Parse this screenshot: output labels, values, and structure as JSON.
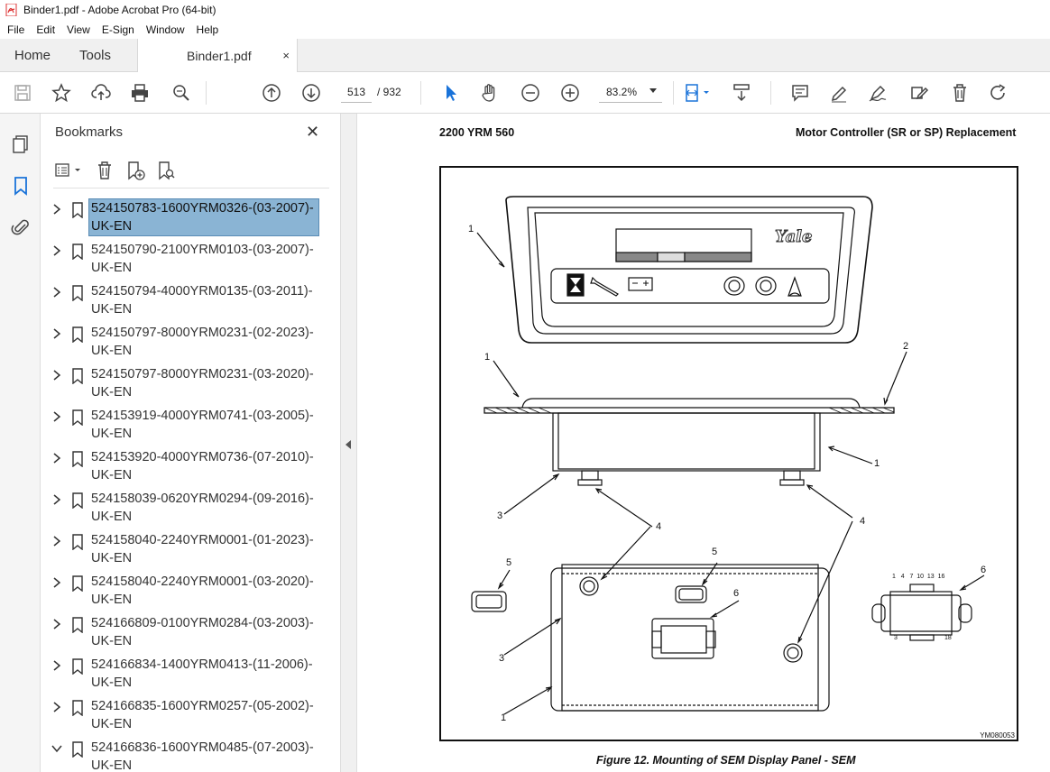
{
  "window": {
    "title": "Binder1.pdf - Adobe Acrobat Pro (64-bit)"
  },
  "menu": [
    "File",
    "Edit",
    "View",
    "E-Sign",
    "Window",
    "Help"
  ],
  "tabs": {
    "home": "Home",
    "tools": "Tools",
    "doc": "Binder1.pdf",
    "close": "×"
  },
  "toolbar": {
    "page_current": "513",
    "page_total": "/  932",
    "zoom": "83.2%"
  },
  "bookmarks": {
    "title": "Bookmarks",
    "close": "✕",
    "items": [
      {
        "label": "524150783-1600YRM0326-(03-2007)-UK-EN",
        "selected": true,
        "expanded": false
      },
      {
        "label": "524150790-2100YRM0103-(03-2007)-UK-EN",
        "expanded": false
      },
      {
        "label": "524150794-4000YRM0135-(03-2011)-UK-EN",
        "expanded": false
      },
      {
        "label": "524150797-8000YRM0231-(02-2023)-UK-EN",
        "expanded": false
      },
      {
        "label": "524150797-8000YRM0231-(03-2020)-UK-EN",
        "expanded": false
      },
      {
        "label": "524153919-4000YRM0741-(03-2005)-UK-EN",
        "expanded": false
      },
      {
        "label": "524153920-4000YRM0736-(07-2010)-UK-EN",
        "expanded": false
      },
      {
        "label": "524158039-0620YRM0294-(09-2016)-UK-EN",
        "expanded": false
      },
      {
        "label": "524158040-2240YRM0001-(01-2023)-UK-EN",
        "expanded": false
      },
      {
        "label": "524158040-2240YRM0001-(03-2020)-UK-EN",
        "expanded": false
      },
      {
        "label": "524166809-0100YRM0284-(03-2003)-UK-EN",
        "expanded": false
      },
      {
        "label": "524166834-1400YRM0413-(11-2006)-UK-EN",
        "expanded": false
      },
      {
        "label": "524166835-1600YRM0257-(05-2002)-UK-EN",
        "expanded": false
      },
      {
        "label": "524166836-1600YRM0485-(07-2003)-UK-EN",
        "expanded": true
      }
    ]
  },
  "document": {
    "header_left": "2200 YRM 560",
    "header_right": "Motor Controller (SR or SP) Replacement",
    "figure_ref": "YM080053",
    "caption": "Figure 12.  Mounting of SEM Display Panel - SEM",
    "brand": "Yale",
    "callouts": {
      "c1a": "1",
      "c1b": "1",
      "c1c": "1",
      "c1d": "1",
      "c2": "2",
      "c3a": "3",
      "c3b": "3",
      "c4a": "4",
      "c4b": "4",
      "c5a": "5",
      "c5b": "5",
      "c6a": "6",
      "c6b": "6",
      "pins_top": "1   4   7  10  13  16",
      "pin_3": "3",
      "pin_18": "18"
    }
  }
}
